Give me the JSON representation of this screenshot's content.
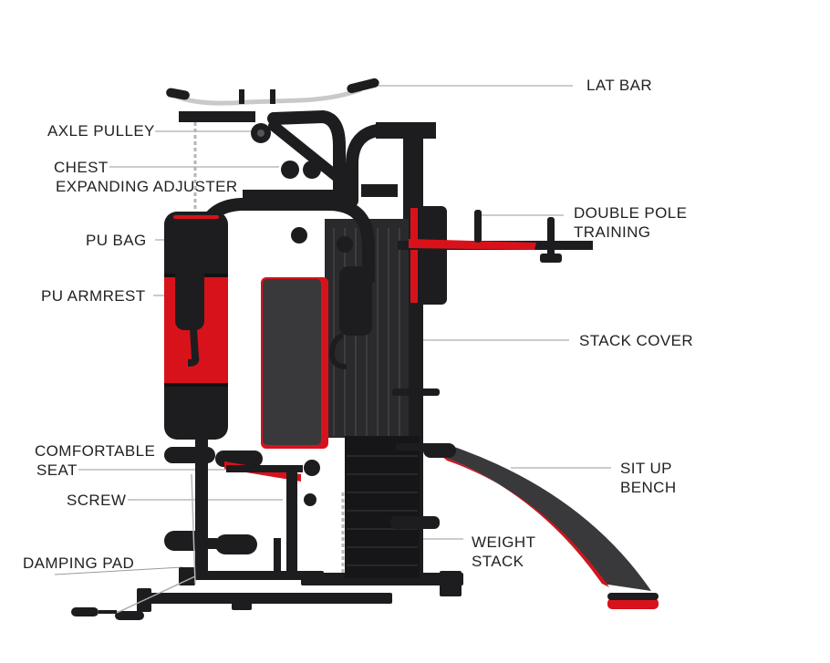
{
  "labels": {
    "lat_bar": "LAT BAR",
    "axle_pulley": "AXLE PULLEY",
    "chest_line1": "CHEST",
    "chest_line2": "EXPANDING ADJUSTER",
    "pu_bag": "PU BAG",
    "pu_armrest": "PU ARMREST",
    "double_pole_line1": "DOUBLE POLE",
    "double_pole_line2": "TRAINING",
    "stack_cover": "STACK COVER",
    "comfortable_line1": "COMFORTABLE",
    "comfortable_line2": "SEAT",
    "screw": "SCREW",
    "sit_up_line1": "SIT UP",
    "sit_up_line2": "BENCH",
    "weight_line1": "WEIGHT",
    "weight_line2": "STACK",
    "damping_pad": "DAMPING PAD"
  },
  "colors": {
    "frame": "#1d1d1f",
    "pad": "#333336",
    "accent_red": "#d8121b",
    "leader_line": "#9a9a9a",
    "label_text": "#222222",
    "background": "#ffffff"
  }
}
